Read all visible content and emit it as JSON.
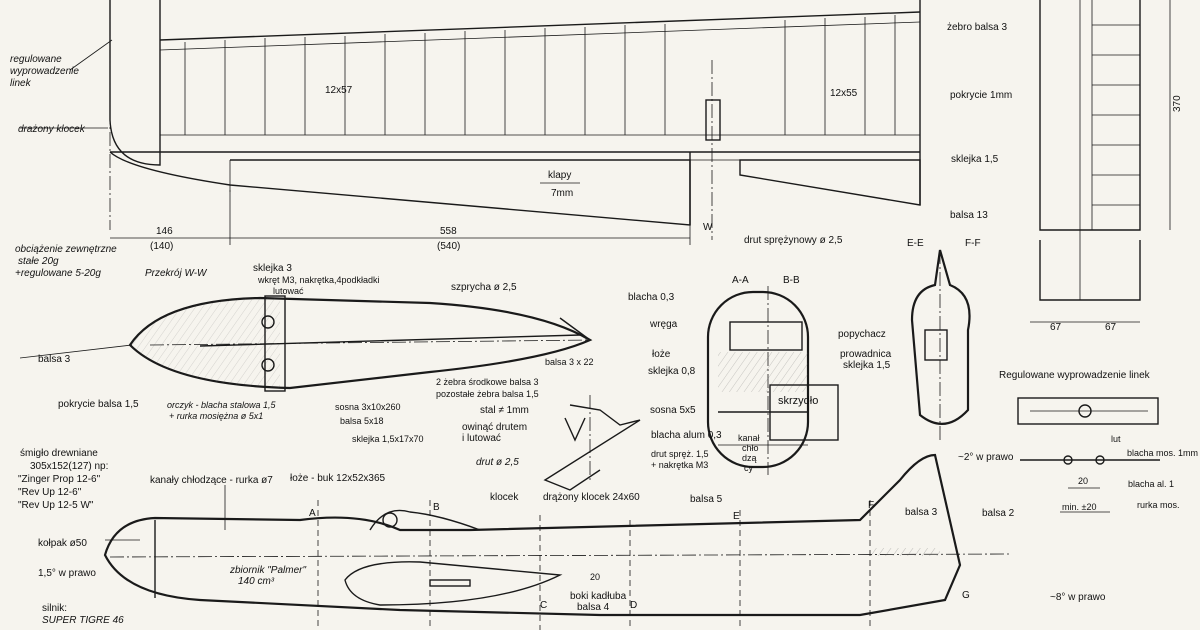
{
  "labels": {
    "regulowane": [
      "regulowane",
      "wyprowadzenie",
      "linek"
    ],
    "drazony_klocek": "drażony klocek",
    "rib_12x57": "12x57",
    "rib_12x55": "12x55",
    "klapy": "klapy",
    "klapy_dim": "7mm",
    "dim_146": "146",
    "dim_140": "(140)",
    "dim_558": "558",
    "dim_540": "(540)",
    "w_mark": "W",
    "drut_sprezynowy": "drut sprężynowy ø 2,5",
    "obciazenie": [
      "obciążenie zewnętrzne",
      "stałe 20g",
      "+regulowane 5-20g"
    ],
    "przekroj": "Przekrój W-W",
    "sklejka3": "sklejka 3",
    "wkret": "wkręt M3, nakrętka,4podkładki",
    "lutowac": "lutować",
    "szprycha": "szprycha ø 2,5",
    "blacha03": "blacha 0,3",
    "balsa3_left": "balsa 3",
    "balsa3x22": "balsa 3 x 22",
    "pokrycie_balsa15": "pokrycie balsa 1,5",
    "orczyk": "orczyk - blacha stalowa 1,5",
    "rurka": "+ rurka mosiężna ø 5x1",
    "sosna3x10": "sosna 3x10x260",
    "balsa5x18": "balsa 5x18",
    "sklejka15x17": "sklejka 1,5x17x70",
    "zebra_srodkowe": "2 żebra środkowe balsa 3",
    "pozostale_zebra": "pozostałe żebra balsa 1,5",
    "stal1mm": "stal ≠ 1mm",
    "owinac": [
      "owinąć drutem",
      "i lutować"
    ],
    "drut25": "drut ø 2,5",
    "aa": "A-A",
    "bb": "B-B",
    "wrega": "wręga",
    "loze": "łoże",
    "sklejka08": "sklejka 0,8",
    "skrzydlo": "skrzydło",
    "sosna5x5": "sosna 5x5",
    "blacha_alum": "blacha alum 0,3",
    "drut_sprez": [
      "drut spręż. 1,5",
      "+ nakrętka M3"
    ],
    "kanal": [
      "kanał",
      "chło",
      "dzą",
      "cy"
    ],
    "ee": "E-E",
    "ff": "F-F",
    "popychacz": "popychacz",
    "prowadnica": "prowadnica",
    "sklejka15": "sklejka 1,5",
    "zebro_balsa3": "żebro balsa 3",
    "pokrycie1mm": "pokrycie 1mm",
    "sklejka15_tail": "sklejka 1,5",
    "balsa13": "balsa 13",
    "dim_370": "370",
    "dim_67a": "67",
    "dim_67b": "67",
    "reg_title": "Regulowane wyprowadzenie linek",
    "lut": "lut",
    "blacha_mos": "blacha mos. 1mm",
    "blacha_al": "blacha al. 1",
    "rurka_mos": "rurka mos.",
    "dim_20": "20",
    "min20": "min. ±20",
    "smiglo": [
      "śmigło drewniane",
      "305x152(127) np:",
      "\"Zinger Prop 12-6\"",
      "\"Rev Up 12-6\"",
      "\"Rev Up 12-5 W\""
    ],
    "kanaly": "kanały chłodzące - rurka ø7",
    "loze_buk": "łoże - buk 12x52x365",
    "klocek": "klocek",
    "drazony_klocek_24": "drążony klocek 24x60",
    "balsa5": "balsa 5",
    "balsa3_fus": "balsa 3",
    "balsa2": "balsa 2",
    "deg2": "~2° w prawo",
    "kolpak": "kołpak ø50",
    "deg15": "1,5° w prawo",
    "zbiornik": [
      "zbiornik \"Palmer\"",
      "140 cm³"
    ],
    "boki": [
      "boki kadłuba",
      "balsa 4"
    ],
    "deg8": "~8° w prawo",
    "silnik": [
      "silnik:",
      "SUPER TIGRE 46"
    ],
    "sec_a": "A",
    "sec_b": "B",
    "sec_c": "C",
    "sec_d": "D",
    "sec_e": "E",
    "sec_f": "F",
    "sec_g": "G",
    "dim_20b": "20"
  }
}
